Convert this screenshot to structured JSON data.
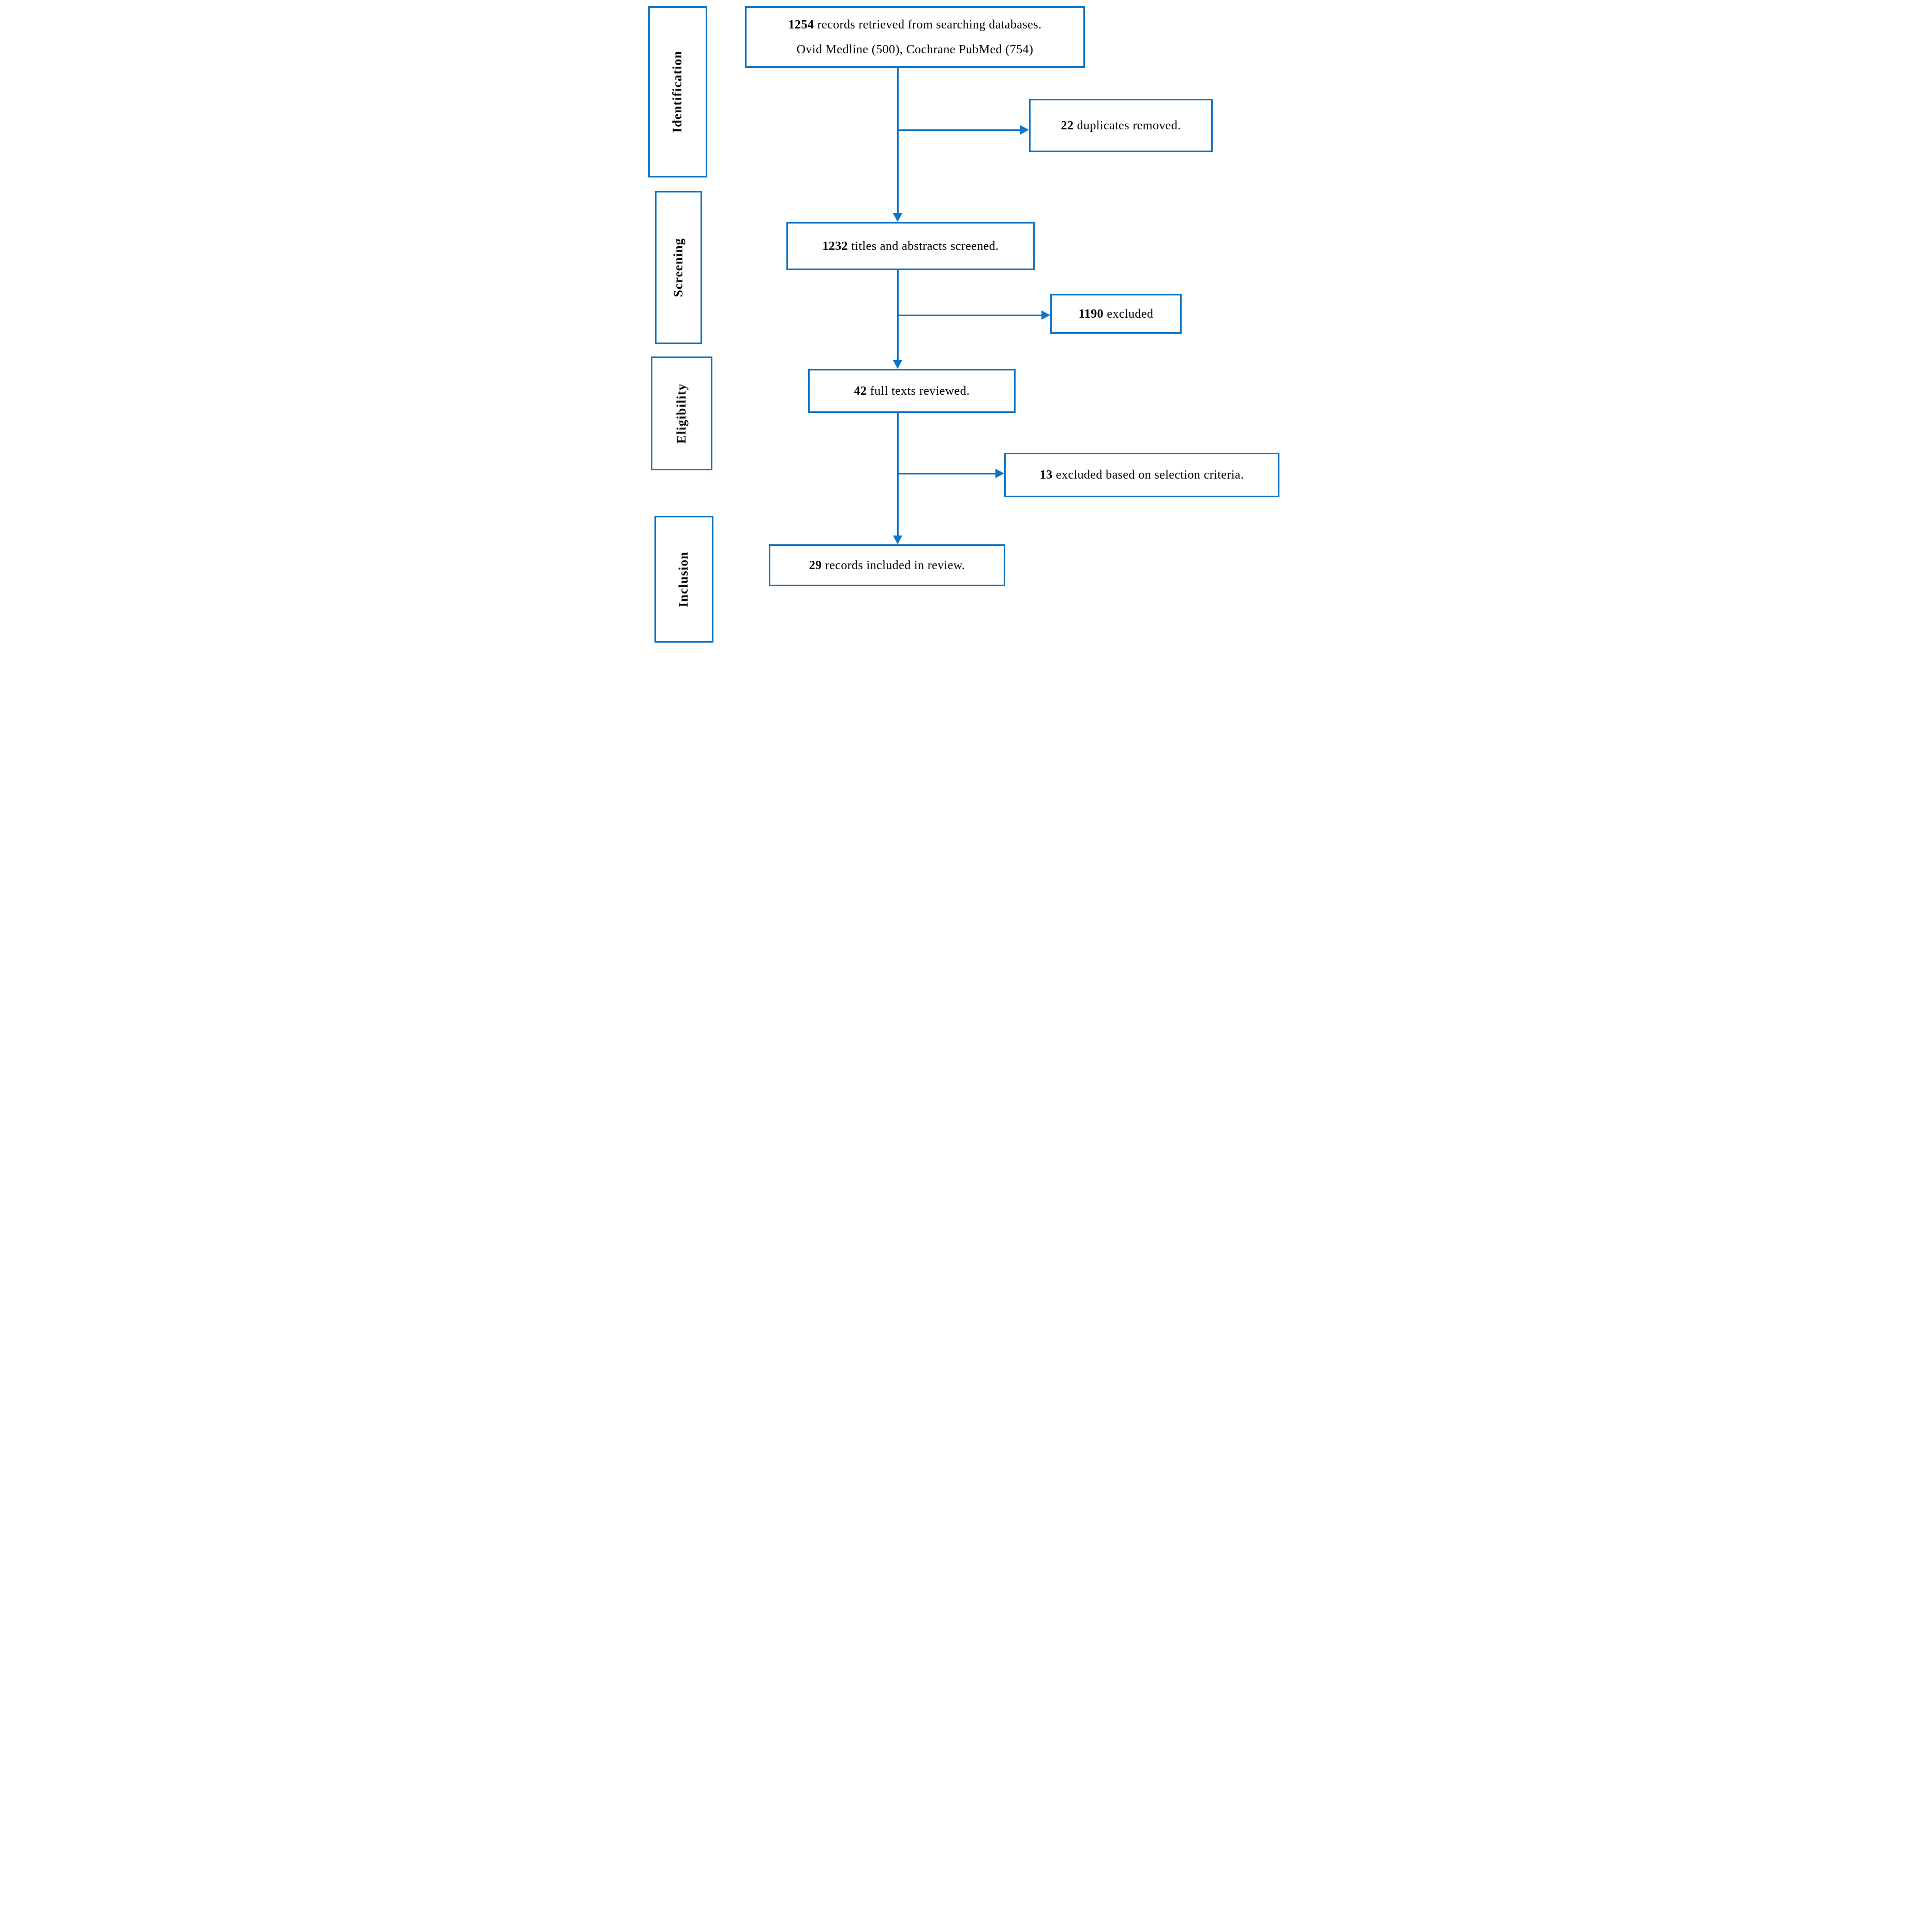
{
  "figure": {
    "type": "prisma-flow-diagram",
    "colors": {
      "accent": "#0d74c8",
      "text": "#000000",
      "background": "#ffffff"
    },
    "stages": [
      {
        "label": "Identification"
      },
      {
        "label": "Screening"
      },
      {
        "label": "Eligibility"
      },
      {
        "label": "Inclusion"
      }
    ],
    "nodes": [
      {
        "count": "1254",
        "line1": " records retrieved from searching databases.",
        "line2": "Ovid Medline (500), Cochrane PubMed (754)"
      },
      {
        "count": "22",
        "text": " duplicates removed."
      },
      {
        "count": "1232",
        "text": " titles and abstracts screened."
      },
      {
        "count": "1190",
        "text": " excluded"
      },
      {
        "count": "42",
        "text": " full texts reviewed."
      },
      {
        "count": "13",
        "text": " excluded based on selection criteria."
      },
      {
        "count": "29",
        "text": " records included in review."
      }
    ]
  }
}
